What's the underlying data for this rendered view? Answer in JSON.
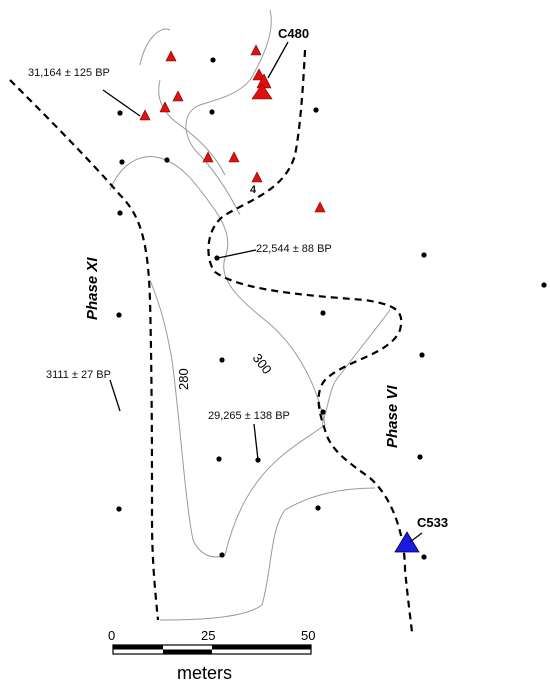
{
  "map": {
    "phases": {
      "left": "Phase XI",
      "right": "Phase VI"
    },
    "contours": {
      "c280": "280",
      "c300": "300"
    },
    "dates": {
      "d1": "31,164 ± 125 BP",
      "d2": "22,544 ± 88 BP",
      "d3": "3111 ± 27 BP",
      "d4": "29,265 ± 138 BP"
    },
    "features": {
      "c480": "C480",
      "c533": "C533",
      "four": "4"
    },
    "scale": {
      "tick0": "0",
      "tick25": "25",
      "tick50": "50",
      "unit": "meters"
    },
    "colors": {
      "red_marker": "#e01010",
      "blue_marker": "#1a1ae0",
      "boundary": "#000000",
      "contour": "#9a9a9a"
    }
  }
}
